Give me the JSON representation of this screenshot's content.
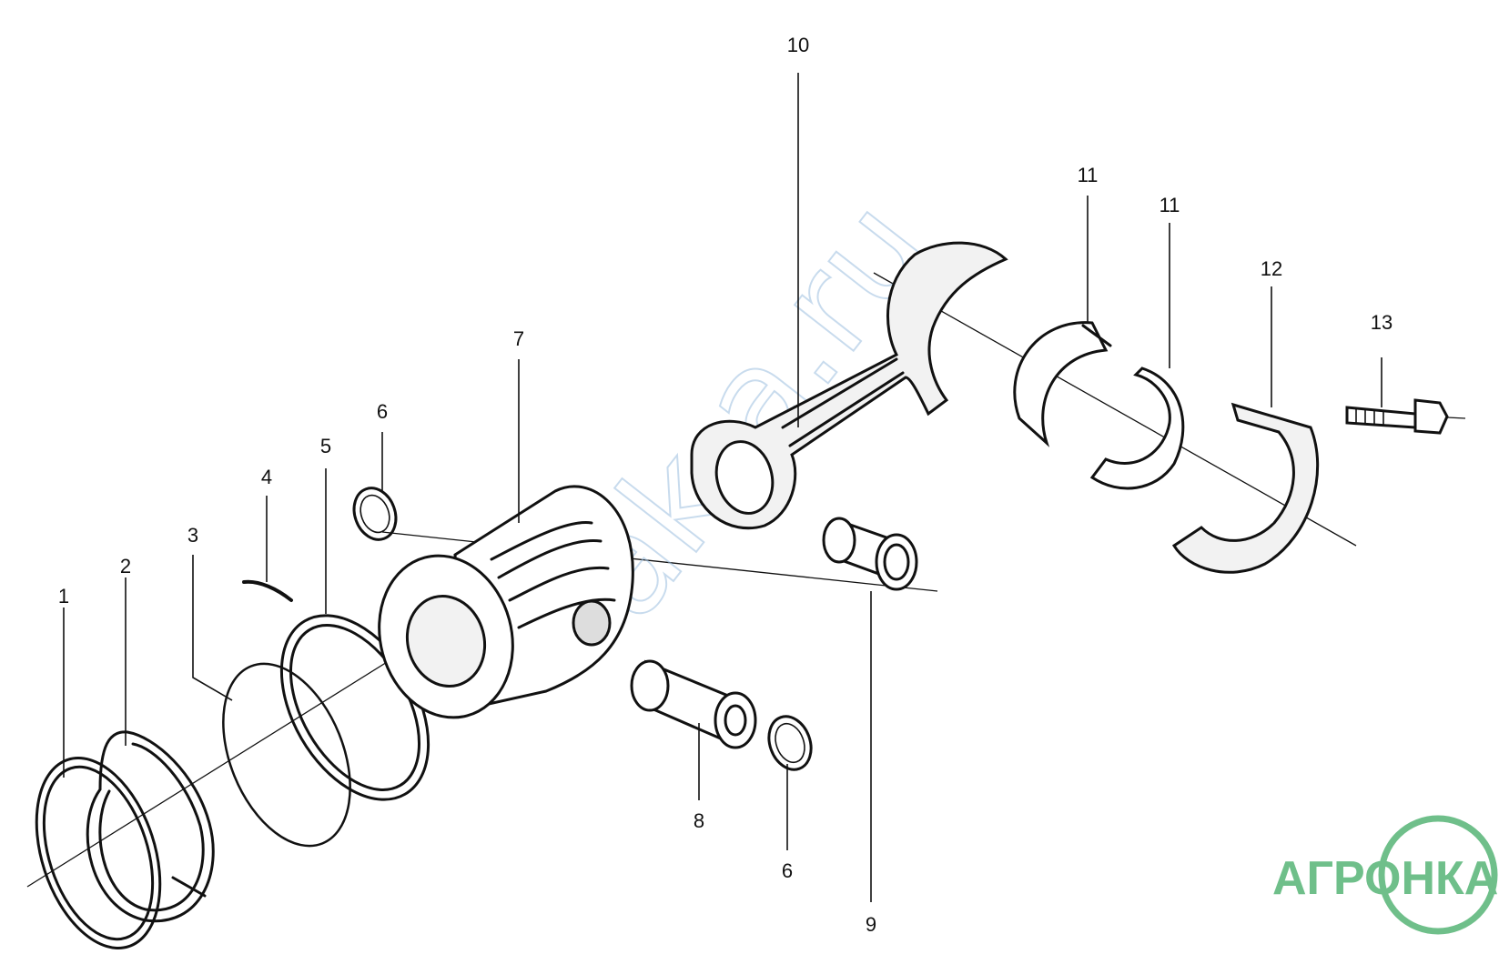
{
  "callouts": {
    "c1": "1",
    "c2": "2",
    "c3": "3",
    "c4": "4",
    "c5": "5",
    "c6a": "6",
    "c6b": "6",
    "c7": "7",
    "c8": "8",
    "c9": "9",
    "c10": "10",
    "c11a": "11",
    "c11b": "11",
    "c12": "12",
    "c13": "13"
  },
  "brand": {
    "logo_text": "АГРОНКА",
    "color": "#6fbf8a"
  },
  "watermark": {
    "text": "ak-a.ru",
    "color": "#a8c8e8"
  }
}
